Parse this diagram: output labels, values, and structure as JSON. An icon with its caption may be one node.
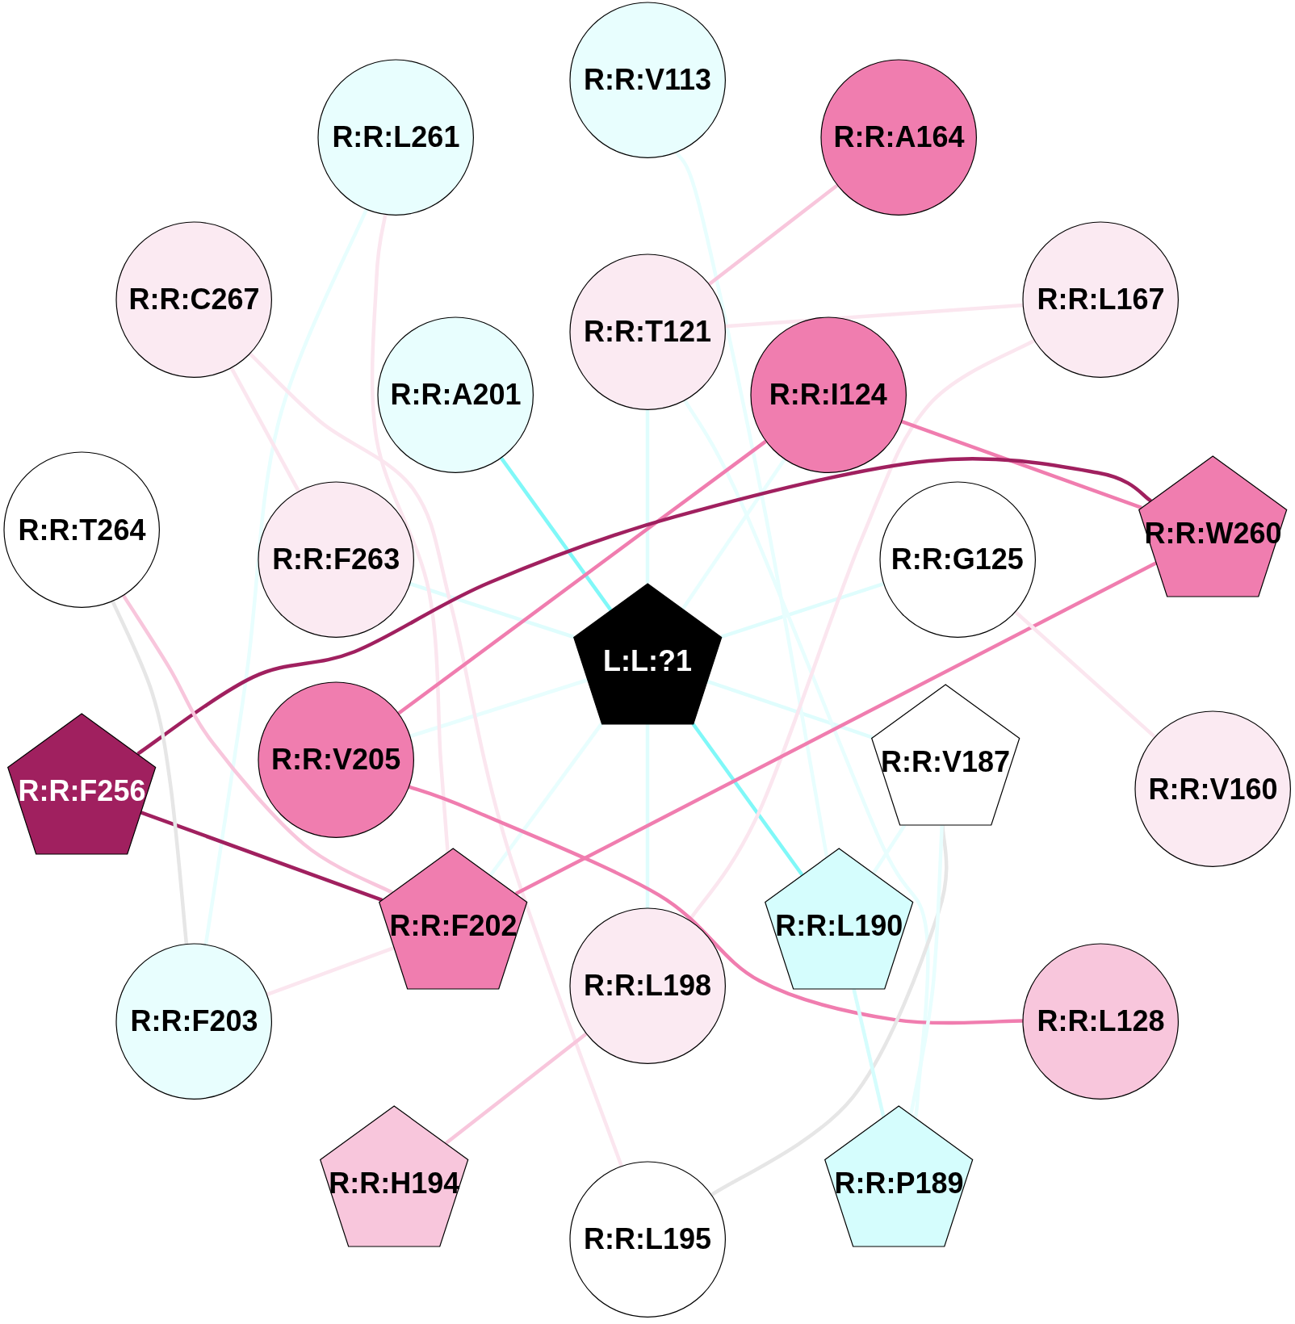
{
  "diagram": {
    "nodes": [
      {
        "text": [
          "L:L:?1"
        ]
      },
      {
        "text": [
          "R:R:V113"
        ]
      },
      {
        "text": [
          "R:R:L261"
        ]
      },
      {
        "text": [
          "R:R:A164"
        ]
      },
      {
        "text": [
          "R:R:C267"
        ]
      },
      {
        "text": [
          "R:R:T121"
        ]
      },
      {
        "text": [
          "R:R:L167"
        ]
      },
      {
        "text": [
          "R:R:A201"
        ]
      },
      {
        "text": [
          "R:R:I124"
        ]
      },
      {
        "text": [
          "R:R:T264"
        ]
      },
      {
        "text": [
          "R:R:F263"
        ]
      },
      {
        "text": [
          "R:R:G125"
        ]
      },
      {
        "text": [
          "R:R:W260"
        ]
      },
      {
        "text": [
          "R:R:F256"
        ]
      },
      {
        "text": [
          "R:R:V205"
        ]
      },
      {
        "text": [
          "R:R:V187"
        ]
      },
      {
        "text": [
          "R:R:V160"
        ]
      },
      {
        "text": [
          "R:R:F202"
        ]
      },
      {
        "text": [
          "R:R:L190"
        ]
      },
      {
        "text": [
          "R:R:L198"
        ]
      },
      {
        "text": [
          "R:R:F203"
        ]
      },
      {
        "text": [
          "R:R:L128"
        ]
      },
      {
        "text": [
          "R:R:H194"
        ]
      },
      {
        "text": [
          "R:R:L195"
        ]
      },
      {
        "text": [
          "R:R:P189"
        ]
      }
    ],
    "edges": [
      {
        "from": 7,
        "to": 0,
        "arrow": "none",
        "color": "#80f8f8"
      },
      {
        "from": 5,
        "to": 0,
        "arrow": "none",
        "color": "#dffdfd"
      },
      {
        "from": 10,
        "to": 0,
        "arrow": "none",
        "color": "#dffdfd"
      },
      {
        "from": 11,
        "to": 0,
        "arrow": "none",
        "color": "#dffdfd"
      },
      {
        "from": 8,
        "to": 0,
        "arrow": "none",
        "color": "#e8fefe"
      },
      {
        "from": 14,
        "to": 0,
        "arrow": "none",
        "color": "#e8fefe"
      },
      {
        "from": 0,
        "to": 15,
        "arrow": "none",
        "color": "#dffdfd"
      },
      {
        "from": 0,
        "to": 17,
        "arrow": "none",
        "color": "#e8fefe"
      },
      {
        "from": 0,
        "to": 19,
        "arrow": "none",
        "color": "#dffdfd"
      },
      {
        "from": 0,
        "to": 18,
        "arrow": "none",
        "color": "#80f8f8"
      },
      {
        "from": 2,
        "to": 20,
        "arrow": "none",
        "color": "#e8fefe"
      },
      {
        "from": 2,
        "to": 17,
        "arrow": "none",
        "color": "#fbe6ef"
      },
      {
        "from": 1,
        "to": 18,
        "arrow": "none",
        "color": "#e8fefe"
      },
      {
        "from": 5,
        "to": 24,
        "arrow": "none",
        "color": "#e8fefe"
      },
      {
        "from": 3,
        "to": 5,
        "arrow": "none",
        "color": "#f8c6dc"
      },
      {
        "from": 5,
        "to": 6,
        "arrow": "none",
        "color": "#fbe6ef"
      },
      {
        "from": 6,
        "to": 19,
        "arrow": "none",
        "color": "#fbe6ef"
      },
      {
        "from": 4,
        "to": 10,
        "arrow": "none",
        "color": "#fbe6ef"
      },
      {
        "from": 4,
        "to": 23,
        "arrow": "none",
        "color": "#fbe6ef"
      },
      {
        "from": 8,
        "to": 12,
        "arrow": "none",
        "color": "#f07daf"
      },
      {
        "from": 8,
        "to": 14,
        "arrow": "none",
        "color": "#f07daf"
      },
      {
        "from": 13,
        "to": 12,
        "arrow": "none",
        "color": "#a0205f"
      },
      {
        "from": 17,
        "to": 12,
        "arrow": "none",
        "color": "#f07daf"
      },
      {
        "from": 13,
        "to": 17,
        "arrow": "none",
        "color": "#a0205f"
      },
      {
        "from": 9,
        "to": 20,
        "arrow": "none",
        "color": "#e6e6e6"
      },
      {
        "from": 9,
        "to": 17,
        "arrow": "none",
        "color": "#f8c6dc"
      },
      {
        "from": 14,
        "to": 21,
        "arrow": "none",
        "color": "#f07daf"
      },
      {
        "from": 11,
        "to": 16,
        "arrow": "none",
        "color": "#fbe6ef"
      },
      {
        "from": 15,
        "to": 23,
        "arrow": "none",
        "color": "#e6e6e6"
      },
      {
        "from": 15,
        "to": 24,
        "arrow": "none",
        "color": "#e8fefe"
      },
      {
        "from": 18,
        "to": 24,
        "arrow": "none",
        "color": "#d5fdfd"
      },
      {
        "from": 15,
        "to": 18,
        "arrow": "none",
        "color": "#e8fefe"
      },
      {
        "from": 20,
        "to": 17,
        "arrow": "none",
        "color": "#fbe6ef"
      },
      {
        "from": 19,
        "to": 22,
        "arrow": "none",
        "color": "#f8c6dc"
      }
    ]
  }
}
